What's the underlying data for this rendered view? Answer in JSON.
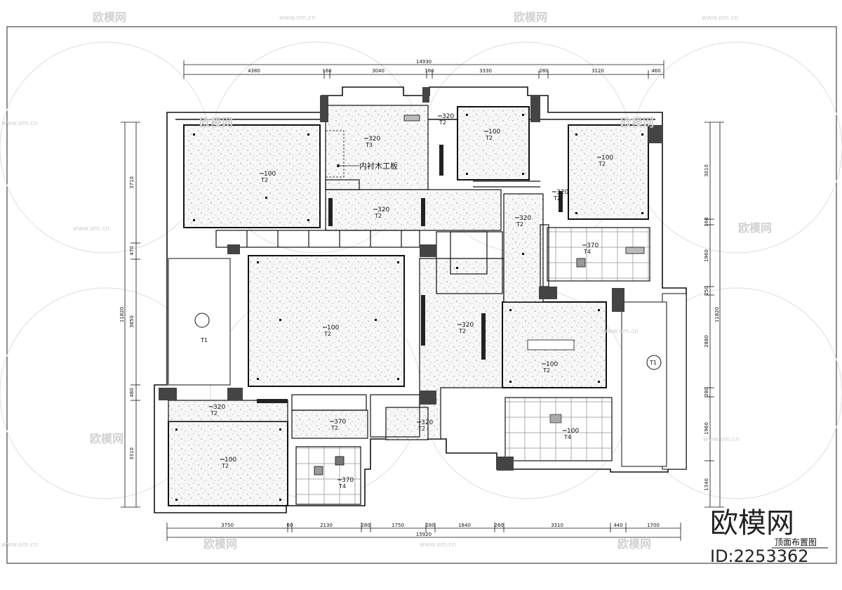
{
  "colors": {
    "line": "#111111",
    "fill": "#f4f4f4",
    "wall": "#444444",
    "watermark": "#cfcfcf"
  },
  "dims": {
    "top_total": "14930",
    "top_segments": [
      "4380",
      "160",
      "3040",
      "160",
      "3330",
      "280",
      "3120",
      "460"
    ],
    "bottom_total": "15920",
    "bottom_segments": [
      "3750",
      "60",
      "2130",
      "280",
      "1750",
      "280",
      "1840",
      "280",
      "3310",
      "440",
      "1700"
    ],
    "left_total": "11820",
    "left_segments": [
      "3710",
      "470",
      "3850",
      "480",
      "3310"
    ],
    "right_total": "11820",
    "right_segments": [
      "3010",
      "160",
      "1960",
      "250",
      "2880",
      "280",
      "1960",
      "1340"
    ]
  },
  "ceilings": [
    {
      "id": "c1",
      "value": "100",
      "code": "T2"
    },
    {
      "id": "c2",
      "value": "320",
      "code": "T3"
    },
    {
      "id": "c3",
      "value": "320",
      "code": "T2"
    },
    {
      "id": "c4",
      "value": "100",
      "code": "T2"
    },
    {
      "id": "c5",
      "value": "100",
      "code": "T2"
    },
    {
      "id": "c6",
      "value": "320",
      "code": "T2"
    },
    {
      "id": "c7",
      "value": "320",
      "code": "T2"
    },
    {
      "id": "c8",
      "value": "320",
      "code": "T2"
    },
    {
      "id": "c9",
      "value": "370",
      "code": "T4"
    },
    {
      "id": "c10",
      "value": "100",
      "code": "T2"
    },
    {
      "id": "c11",
      "value": "320",
      "code": "T2"
    },
    {
      "id": "c12",
      "value": "100",
      "code": "T2"
    },
    {
      "id": "c13",
      "value": "320",
      "code": "T2"
    },
    {
      "id": "c14",
      "value": "100",
      "code": "T2"
    },
    {
      "id": "c15",
      "value": "370",
      "code": "T2"
    },
    {
      "id": "c16",
      "value": "320",
      "code": "T2"
    },
    {
      "id": "c17",
      "value": "370",
      "code": "T4"
    },
    {
      "id": "c18",
      "value": "100",
      "code": "T4"
    }
  ],
  "balcony_labels": [
    "T1",
    "T1"
  ],
  "annotation": "内衬木工板",
  "drawing_title": "顶面布置图",
  "watermark": {
    "brand": "欧模网",
    "url": "www.om.cn",
    "id": "ID:2253362"
  }
}
